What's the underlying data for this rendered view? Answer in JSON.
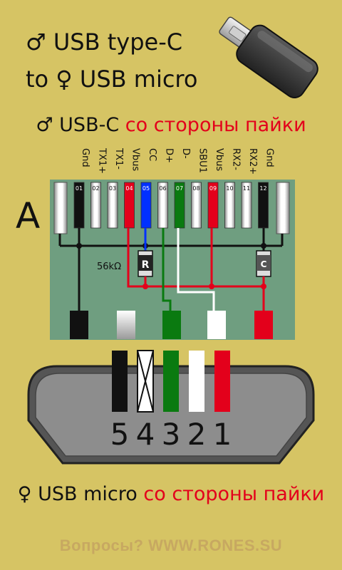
{
  "title": {
    "line1": "♂ USB type-C",
    "line2": "to ♀ USB micro"
  },
  "usbc_header": {
    "prefix": "♂ USB-C ",
    "suffix": "со стороны пайки"
  },
  "side_label": "A",
  "pins": [
    {
      "num": "01",
      "name": "Gnd",
      "color": "#ffffff"
    },
    {
      "num": "02",
      "name": "TX1+",
      "color": "#ffffff"
    },
    {
      "num": "03",
      "name": "TX1-",
      "color": "#ffffff"
    },
    {
      "num": "04",
      "name": "Vbus",
      "color": "#e3001b"
    },
    {
      "num": "05",
      "name": "CC",
      "color": "#0030ff"
    },
    {
      "num": "06",
      "name": "D+",
      "color": "#ffffff"
    },
    {
      "num": "07",
      "name": "D-",
      "color": "#0a7a10"
    },
    {
      "num": "08",
      "name": "SBU1",
      "color": "#ffffff"
    },
    {
      "num": "09",
      "name": "Vbus",
      "color": "#e3001b"
    },
    {
      "num": "10",
      "name": "RX2-",
      "color": "#ffffff"
    },
    {
      "num": "11",
      "name": "RX2+",
      "color": "#ffffff"
    },
    {
      "num": "12",
      "name": "Gnd",
      "color": "#ffffff"
    }
  ],
  "resistor": {
    "value": "56kΩ",
    "label": "R"
  },
  "capacitor": {
    "label": "C"
  },
  "micro_pins": [
    "5",
    "4",
    "3",
    "2",
    "1"
  ],
  "micro_header": {
    "prefix": "♀ USB micro ",
    "suffix": "со стороны пайки"
  },
  "footer": "Вопросы? WWW.RONES.SU",
  "colors": {
    "background": "#d6c464",
    "board": "#6f9e80",
    "red": "#e3001b",
    "green": "#0a7a10",
    "blue": "#0030ff",
    "black": "#111111"
  }
}
